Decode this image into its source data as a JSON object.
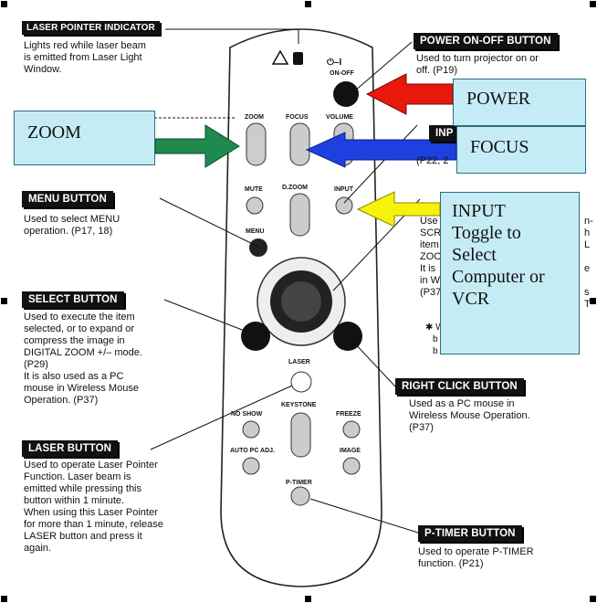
{
  "callouts": {
    "laser_indicator": {
      "title": "LASER POINTER INDICATOR",
      "lines": [
        "Lights red while laser beam",
        "is emitted from Laser Light",
        "Window."
      ]
    },
    "power": {
      "title": "POWER ON-OFF BUTTON",
      "lines": [
        "Used to turn projector on or",
        "off.  (P19)"
      ]
    },
    "menu": {
      "title": "MENU BUTTON",
      "lines": [
        "Used to select MENU",
        "operation.  (P17, 18)"
      ]
    },
    "select": {
      "title": "SELECT BUTTON",
      "lines": [
        "Used to execute the item",
        "selected, or to expand or",
        "compress the image in",
        "DIGITAL ZOOM +/– mode.",
        "(P29)",
        "It is also used as a PC",
        "mouse in Wireless Mouse",
        "Operation. (P37)"
      ]
    },
    "laser": {
      "title": "LASER BUTTON",
      "lines": [
        "Used to operate Laser Pointer",
        "Function.   Laser beam is",
        "emitted while pressing this",
        "button within 1 minute.",
        "When using this Laser Pointer",
        "for more than 1 minute, release",
        "LASER button and press it",
        "again."
      ]
    },
    "right_click": {
      "title": "RIGHT CLICK BUTTON",
      "lines": [
        "Used as a PC mouse in",
        "Wireless Mouse Operation.",
        "(P37)"
      ]
    },
    "ptimer": {
      "title": "P-TIMER BUTTON",
      "lines": [
        "Used to operate P-TIMER",
        "function.  (P21)"
      ]
    }
  },
  "partial_text": {
    "input_header": "INP",
    "input_peek": "(P22, 2",
    "input_body": [
      "Use",
      "SCR",
      "item",
      "ZOO",
      "It is",
      "in W",
      "(P37"
    ],
    "input_right": [
      "n-",
      "h",
      "L",
      "e",
      "s",
      "T"
    ],
    "input_bullets": [
      "✱  W",
      "b",
      "b"
    ]
  },
  "overlays": {
    "zoom": "ZOOM",
    "power": "POWER",
    "focus": "FOCUS",
    "input": [
      "INPUT",
      "Toggle to",
      "Select",
      "Computer or",
      "VCR"
    ]
  },
  "remote_labels": {
    "on_off_symbol": "⏻–I",
    "on_off": "ON-OFF",
    "zoom": "ZOOM",
    "focus": "FOCUS",
    "volume": "VOLUME",
    "mute": "MUTE",
    "dzoom": "D.ZOOM",
    "input": "INPUT",
    "menu": "MENU",
    "laser": "LASER",
    "keystone": "KEYSTONE",
    "no_show": "NO SHOW",
    "freeze": "FREEZE",
    "auto_pc": "AUTO PC ADJ.",
    "image": "IMAGE",
    "ptimer": "P-TIMER"
  },
  "colors": {
    "zoom_arrow": "#1e8a4e",
    "power_arrow": "#e8180c",
    "focus_arrow": "#1e40e0",
    "input_arrow": "#f7f20a",
    "box_fill": "#c5ecf5"
  }
}
